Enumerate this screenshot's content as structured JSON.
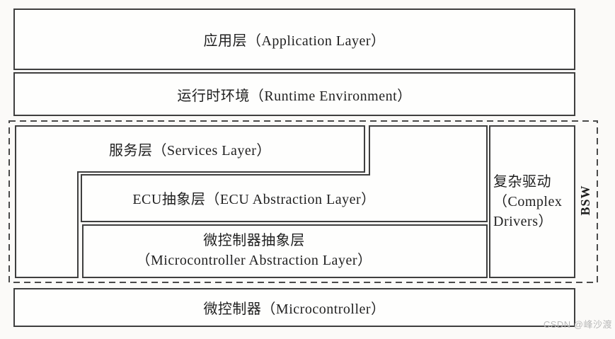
{
  "diagram": {
    "title_hint": "AUTOSAR layered software architecture",
    "layers": {
      "application": {
        "label": "应用层（Application Layer）"
      },
      "runtime": {
        "label": "运行时环境（Runtime Environment）"
      },
      "services": {
        "label": "服务层（Services Layer）"
      },
      "ecu_abstraction": {
        "label": "ECU抽象层（ECU Abstraction Layer）"
      },
      "mcal": {
        "label_zh": "微控制器抽象层",
        "label_en": "（Microcontroller Abstraction Layer）"
      },
      "complex_drivers": {
        "line1": "复杂驱动",
        "line2": "（Complex",
        "line3": "Drivers）"
      },
      "bsw": {
        "label": "BSW"
      },
      "microcontroller": {
        "label": "微控制器（Microcontroller）"
      }
    },
    "watermark": "CSDN @峰沙渡",
    "colors": {
      "line": "#3f3f3f",
      "text": "#1f1f1f",
      "watermark": "#b9b9b9",
      "background": "#fbfaf8"
    }
  }
}
